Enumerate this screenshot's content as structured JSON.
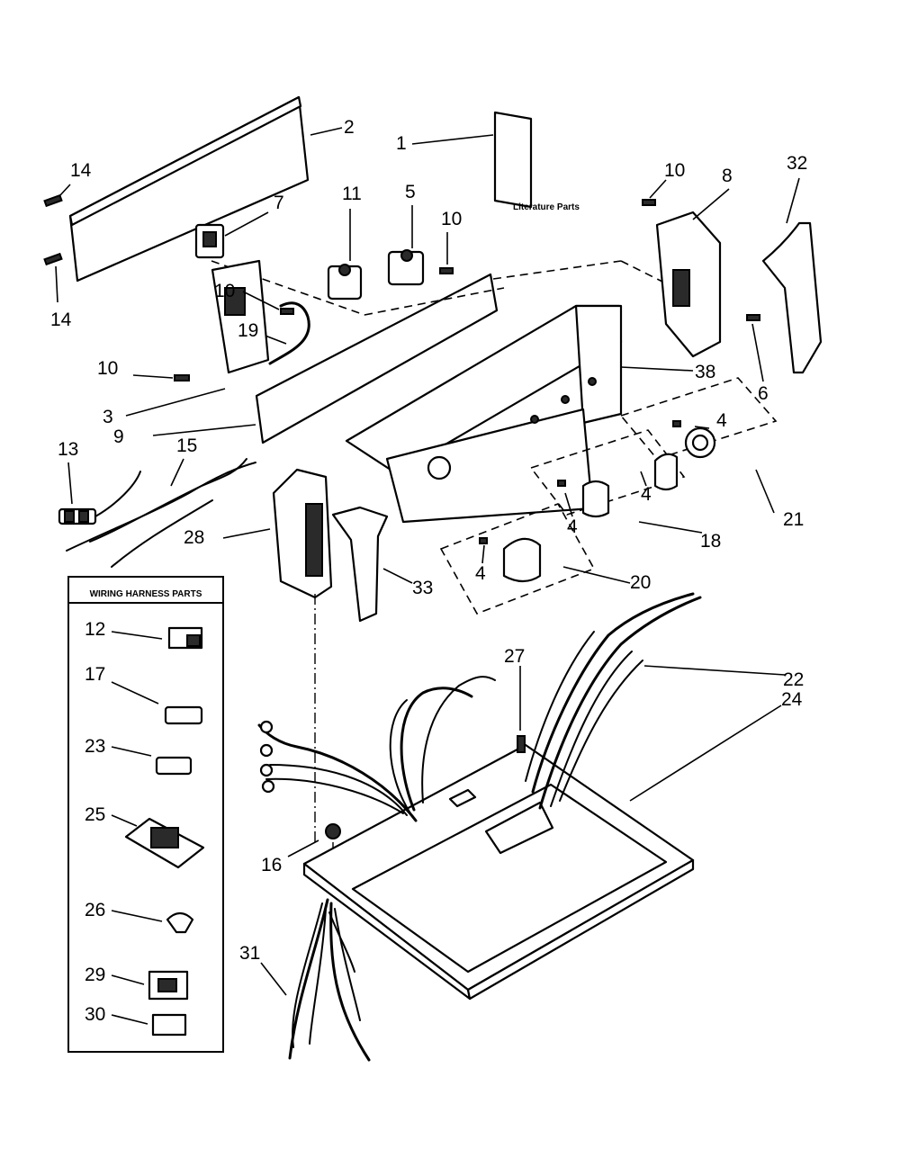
{
  "diagram": {
    "literature_label": "Literature Parts",
    "inset_title": "WIRING HARNESS PARTS",
    "callouts": {
      "c1": "1",
      "c2": "2",
      "c3": "3",
      "c4a": "4",
      "c4b": "4",
      "c4c": "4",
      "c4d": "4",
      "c5": "5",
      "c6": "6",
      "c7": "7",
      "c8": "8",
      "c9": "9",
      "c10a": "10",
      "c10b": "10",
      "c10c": "10",
      "c10d": "10",
      "c11": "11",
      "c12": "12",
      "c13": "13",
      "c14a": "14",
      "c14b": "14",
      "c15": "15",
      "c16": "16",
      "c17": "17",
      "c18": "18",
      "c19": "19",
      "c20": "20",
      "c21": "21",
      "c22": "22",
      "c23": "23",
      "c24": "24",
      "c25": "25",
      "c26": "26",
      "c27": "27",
      "c28": "28",
      "c29": "29",
      "c30": "30",
      "c31": "31",
      "c32": "32",
      "c33": "33",
      "c38": "38"
    }
  }
}
